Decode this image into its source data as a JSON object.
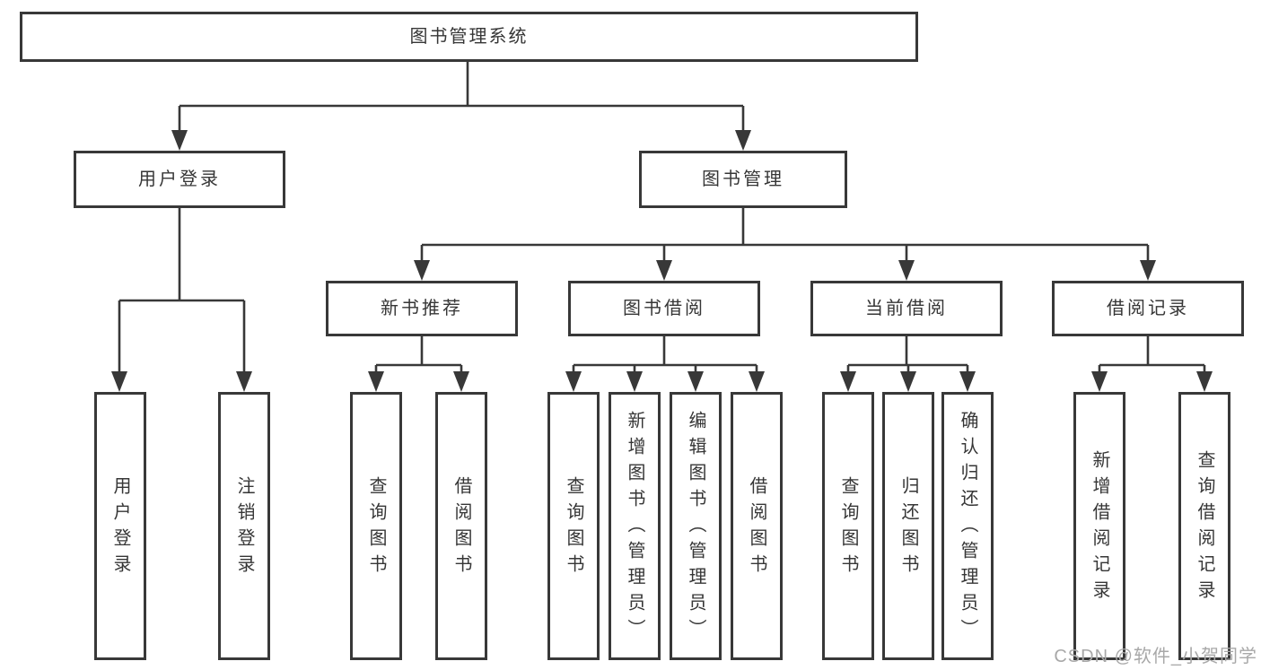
{
  "diagram": {
    "title": "图书管理系统",
    "level2": [
      {
        "label": "用户登录"
      },
      {
        "label": "图书管理"
      }
    ],
    "level3": [
      {
        "label": "新书推荐",
        "parent": "图书管理"
      },
      {
        "label": "图书借阅",
        "parent": "图书管理"
      },
      {
        "label": "当前借阅",
        "parent": "图书管理"
      },
      {
        "label": "借阅记录",
        "parent": "图书管理"
      }
    ],
    "leaves": [
      {
        "label": "用户登录",
        "parent": "用户登录"
      },
      {
        "label": "注销登录",
        "parent": "用户登录"
      },
      {
        "label": "查询图书",
        "parent": "新书推荐"
      },
      {
        "label": "借阅图书",
        "parent": "新书推荐"
      },
      {
        "label": "查询图书",
        "parent": "图书借阅"
      },
      {
        "label": "新增图书（管理员）",
        "parent": "图书借阅"
      },
      {
        "label": "编辑图书（管理员）",
        "parent": "图书借阅"
      },
      {
        "label": "借阅图书",
        "parent": "图书借阅"
      },
      {
        "label": "查询图书",
        "parent": "当前借阅"
      },
      {
        "label": "归还图书",
        "parent": "当前借阅"
      },
      {
        "label": "确认归还（管理员）",
        "parent": "当前借阅"
      },
      {
        "label": "新增借阅记录",
        "parent": "借阅记录"
      },
      {
        "label": "查询借阅记录",
        "parent": "借阅记录"
      }
    ]
  },
  "watermark": "CSDN @软件_小贺同学",
  "colors": {
    "line": "#383838",
    "box_border": "#383838",
    "text": "#363636",
    "watermark": "#a8a8a8",
    "background": "#ffffff"
  }
}
